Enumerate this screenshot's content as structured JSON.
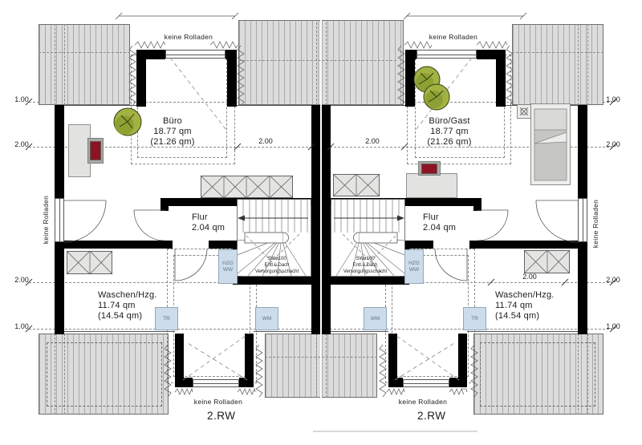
{
  "colors": {
    "paper": "#ffffff",
    "walls": "#000000",
    "roof_fill": "#dcdcdc",
    "roof_stripe": "#a9a9a9",
    "thin_line": "#555555",
    "dashed_line": "#8a8a8a",
    "appliance_fill": "#cddcea",
    "appliance_border": "#92a7ba",
    "furniture_fill": "#e2e2e0",
    "chair_red": "#8e1322",
    "plant_green": "#a3b243",
    "bed_gray": "#c6c6c4"
  },
  "labels": {
    "keine_rolladen": "keine Rolladen",
    "second_escape": "2.RW"
  },
  "dims": {
    "one": "1.00",
    "two": "2.00"
  },
  "units": {
    "left": {
      "office": {
        "name": "Büro",
        "area": "18.77 qm",
        "area_sloped": "(21.26 qm)"
      },
      "hall": {
        "name": "Flur",
        "area": "2.04 qm"
      },
      "utility": {
        "name": "Waschen/Hzg.",
        "area": "11.74 qm",
        "area_sloped": "(14.54 qm)"
      }
    },
    "right": {
      "office": {
        "name": "Büro/Gast",
        "area": "18.77 qm",
        "area_sloped": "(21.26 qm)"
      },
      "hall": {
        "name": "Flur",
        "area": "2.04 qm"
      },
      "utility": {
        "name": "Waschen/Hzg.",
        "area": "11.74 qm",
        "area_sloped": "(14.54 qm)"
      }
    }
  },
  "stair_note": {
    "l1": "SWø100",
    "l2": "Entl.ü.Dach",
    "l3": "Versorgungsschacht"
  },
  "appliances": {
    "dryer": "TR",
    "washer": "WM",
    "heating": "HZG",
    "hot_water": "WW"
  }
}
